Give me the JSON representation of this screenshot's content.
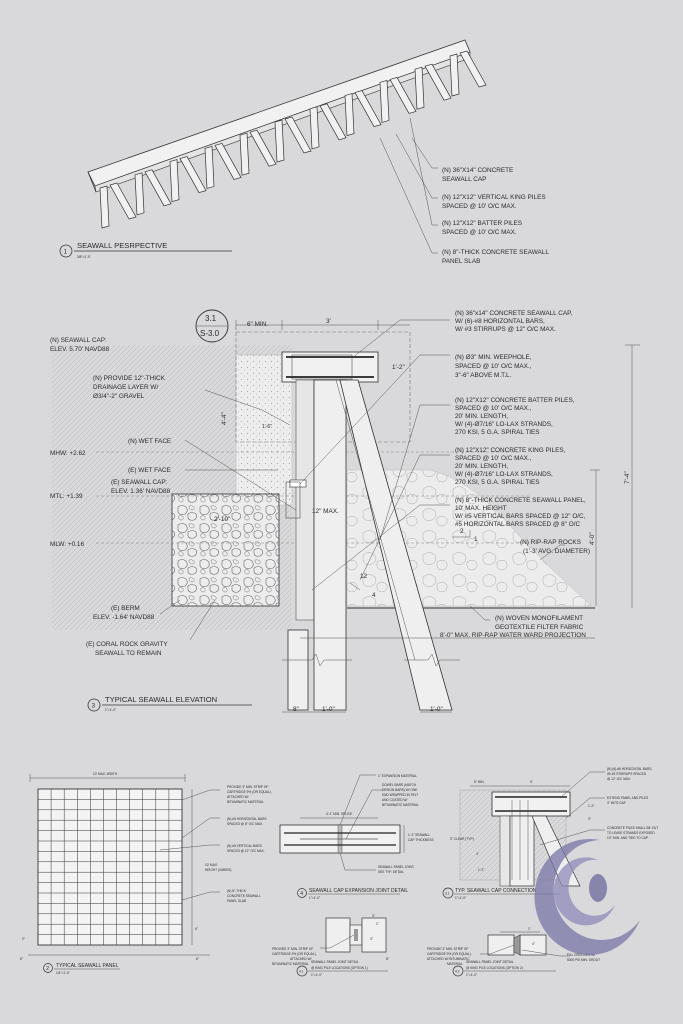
{
  "perspective": {
    "number": "1",
    "title": "SEAWALL PESRPECTIVE",
    "scale": "3/8\"=1'-0\"",
    "callouts": [
      [
        "(N) 36\"X14\" CONCRETE",
        "SEAWALL CAP"
      ],
      [
        "(N) 12\"X12\" VERTICAL KING PILES",
        "SPACED @ 10' O/C MAX."
      ],
      [
        "(N) 12\"X12\" BATTER PILES",
        "SPACED @ 10' O/C MAX."
      ],
      [
        "(N) 8\"-THICK CONCRETE SEAWALL",
        "PANEL SLAB"
      ]
    ]
  },
  "elevation": {
    "number": "3",
    "title": "TYPICAL SEAWALL ELEVATION",
    "scale": "1\"=1'-0\"",
    "section_ref": "3.1",
    "section_sheet": "S-3.0",
    "left_notes": {
      "seawall_cap": [
        "(N) SEAWALL CAP:",
        "ELEV. 5.70' NAVD88"
      ],
      "drainage": [
        "(N) PROVIDE 12\"-THICK",
        "DRAINAGE LAYER W/",
        "Ø3/4\"-2\" GRAVEL"
      ],
      "wet_face_n": "(N) WET FACE",
      "wet_face_e": "(E) WET FACE",
      "mhw": "MHW: +2.62",
      "mtl": "MTL: +1.39",
      "mlw": "MLW: +0.16",
      "e_cap": [
        "(E) SEAWALL CAP:",
        "ELEV. 1.36' NAVD88"
      ],
      "berm": [
        "(E) BERM",
        "ELEV. -1.64' NAVD88"
      ],
      "coral": [
        "(E) CORAL ROCK GRAVITY",
        "SEAWALL TO REMAIN"
      ]
    },
    "right_notes": [
      [
        "(N) 36\"x14\" CONCRETE SEAWALL CAP,",
        "W/ (6)-#8 HORIZONTAL BARS,",
        "W/ #3 STIRRUPS @ 12\" O/C MAX."
      ],
      [
        "(N) Ø3\" MIN. WEEPHOLE,",
        "SPACED @ 10' O/C MAX.,",
        "3\"-6\" ABOVE M.T.L."
      ],
      [
        "(N) 12\"X12\" CONCRETE BATTER PILES,",
        "SPACED @ 10' O/C MAX.,",
        "20' MIN. LENGTH,",
        "W/ (4)-Ø7/16\" LO-LAX STRANDS,",
        "270 KSI, 5 G.A. SPIRAL TIES"
      ],
      [
        "(N) 12\"X12\" CONCRETE KING PILES,",
        "SPACED @ 10' O/C MAX.,",
        "20' MIN. LENGTH,",
        "W/ (4)-Ø7/16\" LO-LAX STRANDS,",
        "270 KSI, 5 G.A. SPIRAL TIES"
      ],
      [
        "(N) 8\"-THICK CONCRETE SEAWALL PANEL,",
        "10' MAX. HEIGHT",
        "W/ #5 VERTICAL BARS SPACED @ 12\" O/C,",
        "#5 HORIZONTAL BARS SPACED @ 8\" O/C"
      ],
      [
        "(N) RIP-RAP ROCKS",
        "(1'-3' AVG. DIAMETER)"
      ],
      [
        "(N) WOVEN MONOFILAMENT",
        "GEOTEXTILE FILTER FABRIC"
      ],
      [
        "8'-0\" MAX. RIP-RAP WATER WARD PROJECTION"
      ]
    ],
    "dims": {
      "six_min": "6\" MIN.",
      "three": "3'",
      "one_two": "1'-2\"",
      "four_four": "4'-4\"",
      "one_six": "1'-6\"",
      "two_ten": "2'-10\"",
      "twelve_max": "12\" MAX.",
      "seven_four": "7'-4\"",
      "four_zero": "4'-0\"",
      "slope_2": "2",
      "slope_1": "1",
      "batter_12": "12",
      "batter_4": "4",
      "bottom_8": "8\"",
      "bottom_10a": "1'-0\"",
      "bottom_10b": "1'-0\""
    }
  },
  "panel": {
    "number": "2",
    "title": "TYPICAL SEAWALL PANEL",
    "scale": "1/4\"=1'-0\"",
    "width_label": "10' MAX. WIDTH",
    "height_label": [
      "10' MAX.",
      "HEIGHT (VARIES)"
    ],
    "notes": [
      [
        "PROVIDE 3\" MIN. STRIP OF",
        "CARTRIDGE 9% (OR EQUAL),",
        "ATTACHED W/",
        "BITUMINATIC MATERIAL"
      ],
      [
        "(N) #5 HORIZONTAL BARS",
        "SPACED @ 8\" O/C MAX."
      ],
      [
        "(N) #5 VERTICAL BARS",
        "SPACED @ 12\" O/C MAX."
      ],
      [
        "(N) 8\"-THICK",
        "CONCRETE SEAWALL",
        "PANEL SLAB"
      ]
    ],
    "dim_small": [
      "2\"",
      "6\"",
      "6\"",
      "6\""
    ]
  },
  "expansion": {
    "number": "4",
    "title": "SEAWALL CAP EXPANSION JOINT DETAIL",
    "scale": "1\"=1'-0\"",
    "notes": [
      "1\" EXPANSION MATERIAL",
      [
        "DOWEL BARS (MATCH",
        "DESIGN BARS) W/ ONE",
        "END WRAPPED IN FELT",
        "AND COATED W/",
        "BITUMINATIC MATERIAL"
      ],
      "4'-1\" MIN. SPLICE",
      [
        "1'-2\" SEAWALL",
        "CAP THICKNESS"
      ],
      [
        "SEAWALL PANEL JOINT;",
        "SEE TYP. DETAIL"
      ]
    ]
  },
  "cap_connection": {
    "number": "3.1",
    "title": "TYP. SEAWALL CAP CONNECTION",
    "scale": "1\"=1'-0\"",
    "notes": [
      [
        "(N) (6)-#8 HORIZONTAL BARS,",
        "W/ #3 STIRRUPS SPACED",
        "@ 12\" O/C MAX."
      ],
      [
        "EXTEND PANEL AND PILES",
        "3\" INTO CAP"
      ],
      [
        "CONCRETE PILES SHALL BE CUT",
        "TO LEAVE STRANDS EXPOSED",
        "1'0\" MIN. AND TIED TO CAP"
      ]
    ],
    "dims": [
      "6\" MIN.",
      "3'",
      "1'-2\"",
      "3\"",
      "3\" CLEAR (TYP.)",
      "4\"",
      "1'-2\""
    ]
  },
  "joint1": {
    "number": "4.1",
    "title": [
      "SEAWALL PANEL JOINT DETAIL",
      "@ KING PILE LOCATIONS (OPTION 1)"
    ],
    "scale": "1\"=1'-0\"",
    "note": [
      "PROVIDE 3\" MIN. STRIP OF",
      "CARTRIDGE 9% (OR EQUAL),",
      "ATTACHED W/",
      "BITUMINATIC MATERIAL"
    ],
    "dims": [
      "3\"",
      "1\"",
      "3\"",
      "8\""
    ]
  },
  "joint2": {
    "number": "4.2",
    "title": [
      "SEAWALL PANEL JOINT DETAIL",
      "@ KING PILE LOCATIONS (OPTION 2)"
    ],
    "scale": "1\"=1'-0\"",
    "note_left": [
      "PROVIDE 3\" MIN. STRIP OF",
      "CARTRIDGE 9% (OR EQUAL),",
      "ATTACHED W/ BITUMINATIC",
      "MATERIAL"
    ],
    "note_right": [
      "FILL GROOVES W/",
      "5000 PSI MIN. GROUT"
    ],
    "dims": [
      "1\"",
      "4\""
    ]
  },
  "colors": {
    "background": "#d9d9db",
    "ink": "#2a2a2a",
    "logo": "#7a76a8"
  }
}
